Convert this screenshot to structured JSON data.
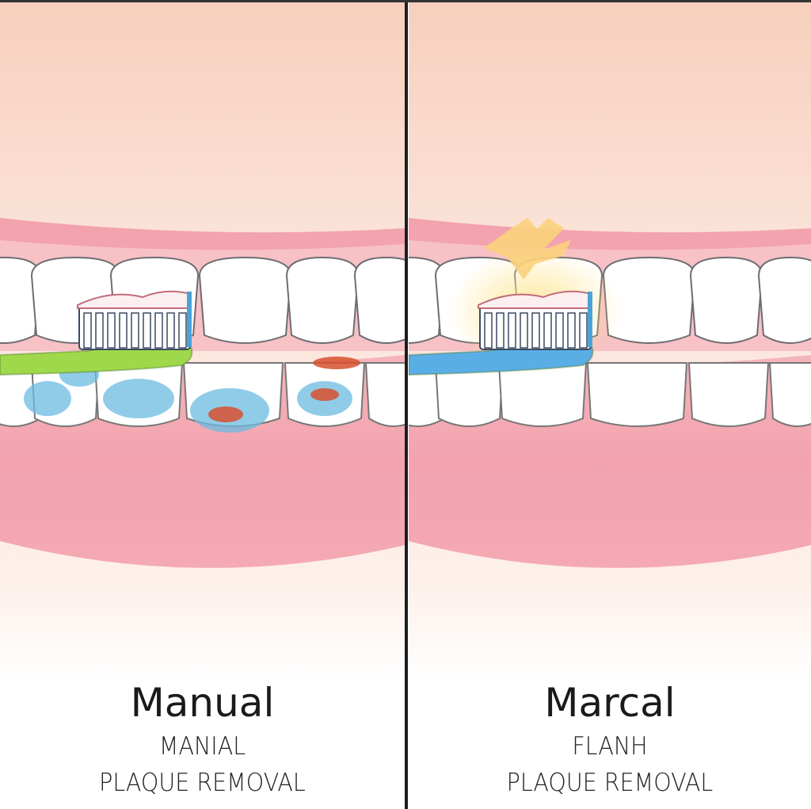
{
  "panels": [
    {
      "title": "Manual",
      "subtitle": "MANIAL",
      "caption": "PLAQUE REMOVAL",
      "brush_color": "#9fd84a",
      "plaque": true
    },
    {
      "title": "Marcal",
      "subtitle": "FLANH",
      "caption": "PLAQUE REMOVAL",
      "brush_color": "#5aaee6",
      "plaque": false
    }
  ],
  "colors": {
    "gum": "#f2a3ae",
    "gum_light": "#f7c1c6",
    "background_top": "#f7cfbd",
    "plaque_blue": "#6bbbe0",
    "plaque_red": "#d8502f",
    "glow": "#ffe38a"
  }
}
